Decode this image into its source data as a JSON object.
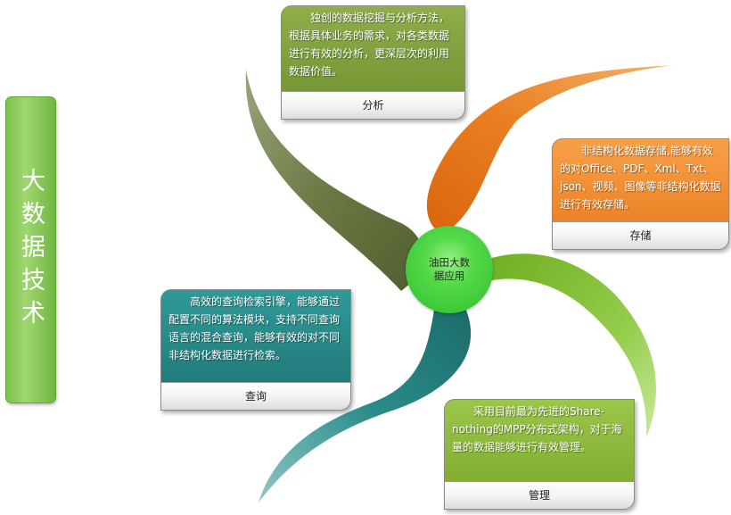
{
  "side_title": "大数据技术",
  "center": {
    "label": "油田大数据应用"
  },
  "cards": {
    "analysis": {
      "text": "独创的数据挖掘与分析方法，根据具体业务的需求，对各类数据进行有效的分析，更深层次的利用数据价值。",
      "label": "分析"
    },
    "storage": {
      "text": "非结构化数据存储,能够有效的对Office、PDF、Xml、Txt、json、视频、图像等非结构化数据进行有效存储。",
      "label": "存储"
    },
    "query": {
      "text": "高效的查询检索引擎，能够通过配置不同的算法模块，支持不同查询语言的混合查询，能够有效的对不同非结构化数据进行检索。",
      "label": "查询"
    },
    "manage": {
      "text": "采用目前最为先进的Share-nothing的MPP分布式架构，对于海量的数据能够进行有效管理。",
      "label": "管理"
    }
  },
  "colors": {
    "olive_petal": "#5e6f3a",
    "orange_petal": "#e8781e",
    "lime_petal": "#8cc63f",
    "teal_petal": "#1f7a78",
    "center": "#3ccc33",
    "side_title": "#7bc24f"
  }
}
